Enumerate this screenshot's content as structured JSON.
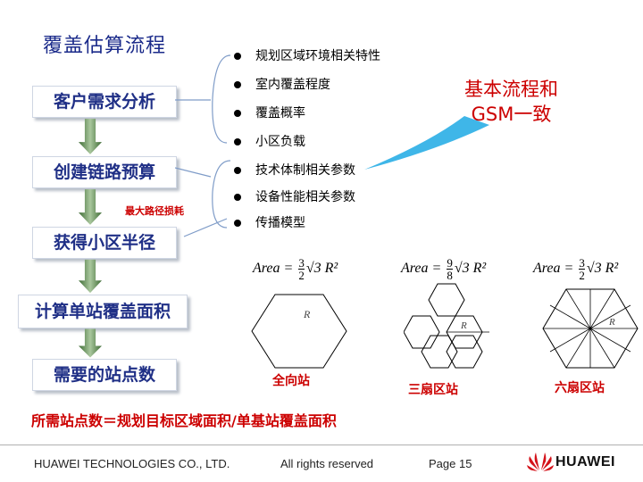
{
  "slide": {
    "title": "覆盖估算流程",
    "flow": {
      "steps": [
        "客户需求分析",
        "创建链路预算",
        "获得小区半径",
        "计算单站覆盖面积",
        "需要的站点数"
      ],
      "arrow_note": "最大路径损耗"
    },
    "factors": [
      "规划区域环境相关特性",
      "室内覆盖程度",
      "覆盖概率",
      "小区负载",
      "技术体制相关参数",
      "设备性能相关参数",
      "传播模型"
    ],
    "callout": [
      "基本流程和",
      "GSM一致"
    ],
    "formulas": [
      {
        "lhs": "Area",
        "num": "3",
        "den": "2",
        "rest": "√3 R²"
      },
      {
        "lhs": "Area",
        "num": "9",
        "den": "8",
        "rest": "√3 R²"
      },
      {
        "lhs": "Area",
        "num": "3",
        "den": "2",
        "rest": "√3 R²"
      }
    ],
    "radius_label": "R",
    "site_types": [
      "全向站",
      "三扇区站",
      "六扇区站"
    ],
    "result": "所需站点数＝规划目标区域面积/单基站覆盖面积",
    "footer": {
      "company": "HUAWEI TECHNOLOGIES CO., LTD.",
      "rights": "All rights reserved",
      "page": "Page 15",
      "logo": "HUAWEI"
    },
    "colors": {
      "title": "#1a2a8a",
      "accent_red": "#cc0000",
      "arrow": "#4a7a3a"
    }
  }
}
